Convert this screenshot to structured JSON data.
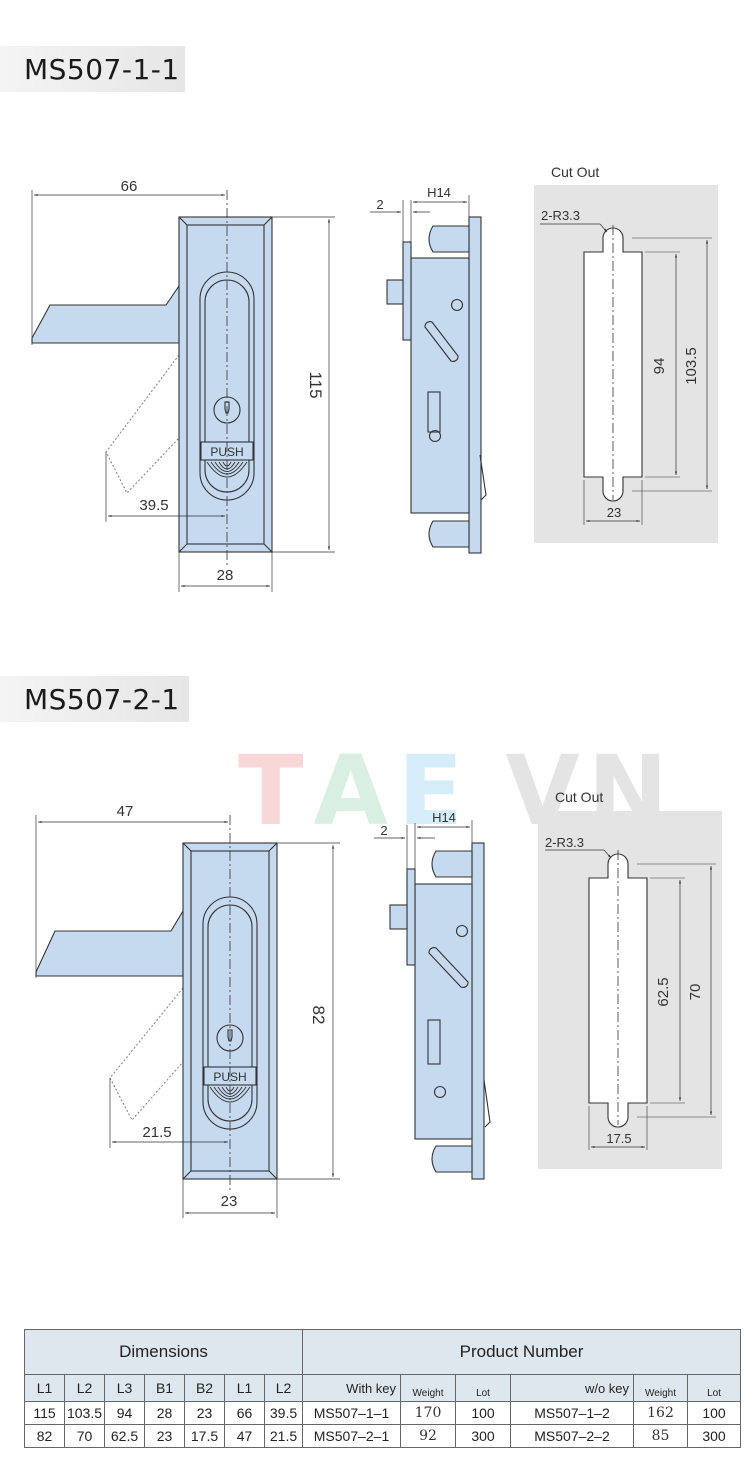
{
  "sections": [
    {
      "title": "MS507-1-1",
      "front_view": {
        "dims": {
          "handle_length": "66",
          "height": "115",
          "swing_offset": "39.5",
          "width": "28"
        },
        "push_label": "PUSH"
      },
      "side_view": {
        "dims": {
          "depth": "H14",
          "gap": "2"
        }
      },
      "cutout": {
        "label": "Cut Out",
        "radius_note": "2-R3.3",
        "inner_height": "94",
        "outer_height": "103.5",
        "width": "23"
      }
    },
    {
      "title": "MS507-2-1",
      "front_view": {
        "dims": {
          "handle_length": "47",
          "height": "82",
          "swing_offset": "21.5",
          "width": "23"
        },
        "push_label": "PUSH"
      },
      "side_view": {
        "dims": {
          "depth": "H14",
          "gap": "2"
        }
      },
      "cutout": {
        "label": "Cut Out",
        "radius_note": "2-R3.3",
        "inner_height": "62.5",
        "outer_height": "70",
        "width": "17.5"
      }
    }
  ],
  "watermark": {
    "letters": [
      "T",
      "A",
      "E",
      " ",
      "V",
      "N"
    ],
    "colors": [
      "#f4b8ba",
      "#b9e3c9",
      "#b3e0f5",
      "#ffffff",
      "#c8c8c8",
      "#c8c8c8"
    ]
  },
  "table": {
    "group_headers": {
      "dimensions": "Dimensions",
      "product_number": "Product Number"
    },
    "columns": [
      "L1",
      "L2",
      "L3",
      "B1",
      "B2",
      "L1",
      "L2",
      "With key",
      "Weight",
      "Lot",
      "w/o key",
      "Weight",
      "Lot"
    ],
    "rows": [
      [
        "115",
        "103.5",
        "94",
        "28",
        "23",
        "66",
        "39.5",
        "MS507–1–1",
        "170",
        "100",
        "MS507–1–2",
        "162",
        "100"
      ],
      [
        "82",
        "70",
        "62.5",
        "23",
        "17.5",
        "47",
        "21.5",
        "MS507–2–1",
        "92",
        "300",
        "MS507–2–2",
        "85",
        "300"
      ]
    ]
  },
  "colors": {
    "part_fill": "#c5d9ef",
    "cutout_bg": "#e4e4e4",
    "table_header": "#dfe7ee",
    "line": "#333333"
  }
}
